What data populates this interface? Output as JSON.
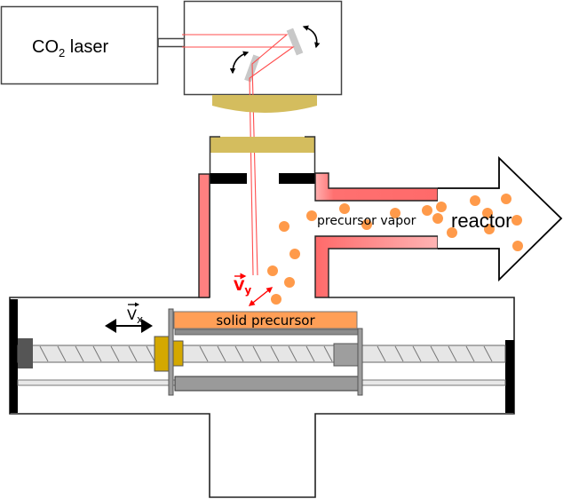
{
  "diagram": {
    "title": "Laser ablation precursor vapor source",
    "labels": {
      "laser": "CO",
      "laser_sub": "2",
      "laser_suffix": " laser",
      "solid_precursor": "solid precursor",
      "precursor_vapor": "precursor vapor",
      "reactor": "reactor",
      "vx": "V",
      "vx_sub": "x",
      "vy": "V",
      "vy_sub": "y"
    },
    "colors": {
      "laser_beam": "#ff4d4d",
      "lens": "#d4bd5e",
      "wall_heated": "#ff7a7a",
      "particles": "#ff9a4a",
      "solid_precursor": "#ff9f57",
      "carriage_nut": "#d4a800",
      "rail": "#9e9e9e",
      "screw": "#e6e6e6",
      "mirror": "#c8c8c8",
      "velocity_y": "#ff0000"
    },
    "components": [
      "CO2 laser",
      "scanning mirror (2x, rotating)",
      "focusing lens",
      "entry window",
      "aperture",
      "heated vapor duct",
      "reactor outlet arrow",
      "solid precursor on carriage",
      "lead screw drive",
      "guide rail"
    ]
  }
}
